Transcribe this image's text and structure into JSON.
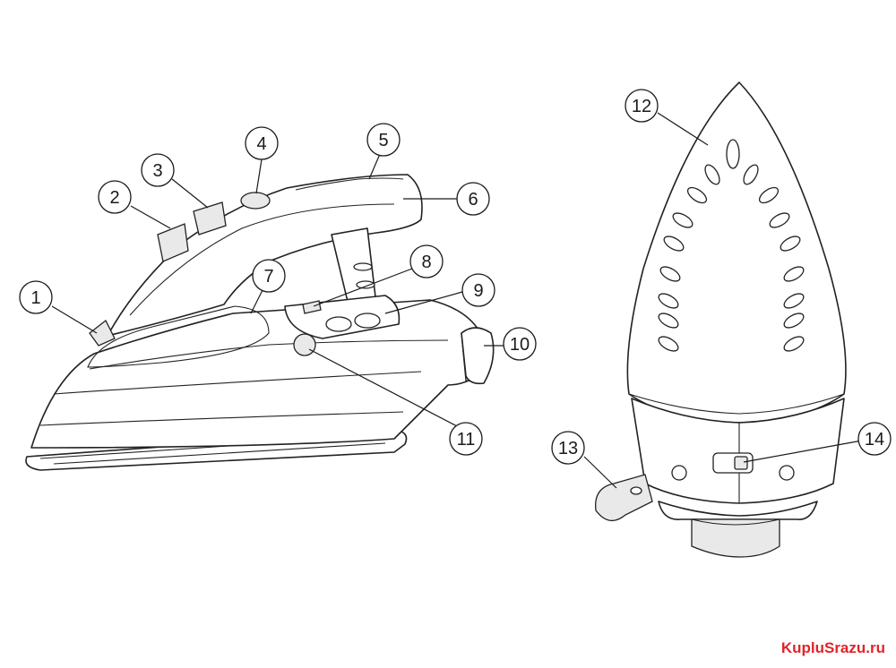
{
  "callouts": [
    {
      "id": "1",
      "label": "1"
    },
    {
      "id": "2",
      "label": "2"
    },
    {
      "id": "3",
      "label": "3"
    },
    {
      "id": "4",
      "label": "4"
    },
    {
      "id": "5",
      "label": "5"
    },
    {
      "id": "6",
      "label": "6"
    },
    {
      "id": "7",
      "label": "7"
    },
    {
      "id": "8",
      "label": "8"
    },
    {
      "id": "9",
      "label": "9"
    },
    {
      "id": "10",
      "label": "10"
    },
    {
      "id": "11",
      "label": "11"
    },
    {
      "id": "12",
      "label": "12"
    },
    {
      "id": "13",
      "label": "13"
    },
    {
      "id": "14",
      "label": "14"
    }
  ],
  "watermark": "KupluSrazu.ru",
  "colors": {
    "line": "#222222",
    "watermark": "#e0242a",
    "background": "#ffffff"
  }
}
